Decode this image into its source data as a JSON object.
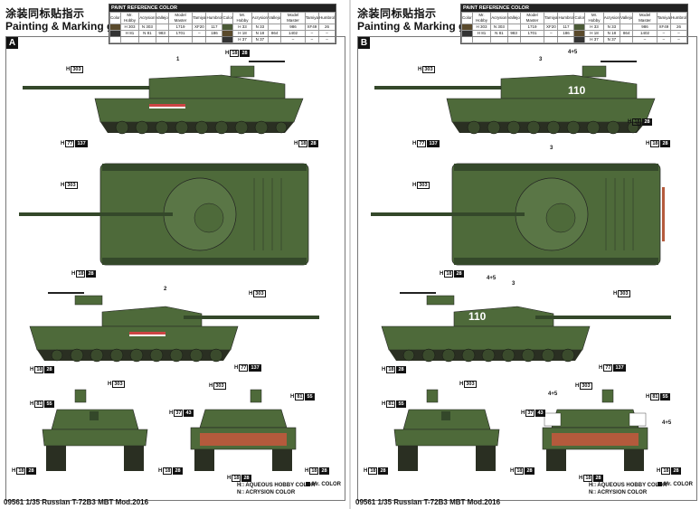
{
  "title_cn": "涂装同标贴指示",
  "title_en": "Painting & Marking guide",
  "ref_table": {
    "header": "PAINT REFERENCE COLOR",
    "columns": [
      "Color",
      "Mr. Hobby",
      "Acrysion",
      "Vallejo",
      "Model Master",
      "Tamiya",
      "Humbrol"
    ],
    "rows": [
      [
        "",
        "H 303",
        "N 303",
        "",
        "1719",
        "XF20",
        "117"
      ],
      [
        "",
        "H 81",
        "N 81",
        "983",
        "1701",
        "–",
        "186"
      ]
    ],
    "columns_right": [
      "Color",
      "Mr. Hobby",
      "Acrysion",
      "Vallejo",
      "Model Master",
      "Tamiya",
      "Humbrol"
    ],
    "rows_right": [
      [
        "",
        "H 33",
        "N 33",
        "",
        "986",
        "XF49",
        "26"
      ],
      [
        "",
        "H 18",
        "N 18",
        "864",
        "1402",
        "–",
        "–"
      ],
      [
        "",
        "H 37",
        "N 37",
        "",
        "–",
        "–",
        "–"
      ]
    ]
  },
  "sheets": [
    {
      "letter": "A",
      "footer": "09561 1/35  Russian T-72B3 MBT Mod.2016",
      "callouts": {
        "side1_h303": "H",
        "side1_h303_v": "303",
        "side1_h18": "H",
        "side1_h18_v": "18",
        "side1_h18_v2": "28",
        "side1_h77": "H",
        "side1_h77_v": "77",
        "side1_h77_v2": "137",
        "side1_h18b_v": "18",
        "side1_h18b_v2": "28",
        "top_h303_v": "303",
        "side2_h18_v": "18",
        "side2_h18_v2": "28",
        "side2_h303_v": "303",
        "side2_h18b_v": "18",
        "side2_h18b_v2": "28",
        "side2_h77_v": "77",
        "side2_h77_v2": "137",
        "front_h303_v": "303",
        "front_h81_v": "81",
        "front_h81_v2": "55",
        "front_h18_v": "18",
        "front_h18_v2": "28",
        "front_h18b_v": "18",
        "front_h18b_v2": "28",
        "rear_h303_v": "303",
        "rear_h37_v": "37",
        "rear_h37_v2": "43",
        "rear_h81_v": "81",
        "rear_h81_v2": "55",
        "rear_h18_v": "18",
        "rear_h18_v2": "28",
        "rear_h18b_v": "18",
        "rear_h18b_v2": "28"
      },
      "numbers": {
        "n1": "1",
        "n2": "2"
      },
      "legend": {
        "h": "H□ AQUEOUS HOBBY COLOR",
        "n": "N□ ACRYSION COLOR",
        "mr": "Mr. COLOR"
      }
    },
    {
      "letter": "B",
      "footer": "09561 1/35  Russian T-72B3 MBT Mod.2016",
      "callouts": {
        "side1_h303": "H",
        "side1_h303_v": "303",
        "side1_h18": "H",
        "side1_h18_v": "18",
        "side1_h18_v2": "28",
        "side1_h77": "H",
        "side1_h77_v": "77",
        "side1_h77_v2": "137",
        "side1_h18b_v": "18",
        "side1_h18b_v2": "28",
        "top_h303_v": "303",
        "side2_h18_v": "18",
        "side2_h18_v2": "28",
        "side2_h303_v": "303",
        "side2_h18b_v": "18",
        "side2_h18b_v2": "28",
        "side2_h77_v": "77",
        "side2_h77_v2": "137",
        "front_h303_v": "303",
        "front_h81_v": "81",
        "front_h81_v2": "55",
        "front_h18_v": "18",
        "front_h18_v2": "28",
        "front_h18b_v": "18",
        "front_h18b_v2": "28",
        "rear_h303_v": "303",
        "rear_h37_v": "37",
        "rear_h37_v2": "43",
        "rear_h81_v": "81",
        "rear_h81_v2": "55",
        "rear_h18_v": "18",
        "rear_h18_v2": "28",
        "rear_h18b_v": "18",
        "rear_h18b_v2": "28"
      },
      "numbers": {
        "n3a": "3",
        "n45a": "4+5",
        "n3b": "3",
        "n45b": "4+5",
        "n3c": "3",
        "n45c": "4+5",
        "n45d": "4+5"
      },
      "turret_number": "110",
      "legend": {
        "h": "H□ AQUEOUS HOBBY COLOR",
        "n": "N□ ACRYSION COLOR",
        "mr": "Mr. COLOR"
      }
    }
  ],
  "colors": {
    "hull": "#4e6a3a",
    "hull_dark": "#34482a",
    "wheel": "#3a4a2c",
    "track": "#2a2f22"
  }
}
